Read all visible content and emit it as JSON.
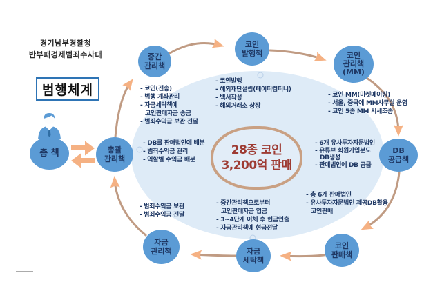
{
  "header": {
    "agency_line1": "경기남부경찰청",
    "agency_line2": "반부패경제범죄수사대",
    "scheme_label": "범행체계"
  },
  "center_summary": {
    "line1": "28종 코인",
    "line2": "3,200억 판매"
  },
  "nodes": {
    "boss": {
      "label": "총 책"
    },
    "general_manager": {
      "line1": "총괄",
      "line2": "관리책"
    },
    "middle_manager": {
      "line1": "중간",
      "line2": "관리책"
    },
    "coin_issuer": {
      "line1": "코인",
      "line2": "발행책"
    },
    "coin_mm": {
      "line1": "코인",
      "line2": "관리책",
      "line3": "(MM)"
    },
    "db_supplier": {
      "line1": "DB",
      "line2": "공급책"
    },
    "coin_seller": {
      "line1": "코인",
      "line2": "판매책"
    },
    "money_launderer": {
      "line1": "자금",
      "line2": "세탁책"
    },
    "fund_manager": {
      "line1": "자금",
      "line2": "관리책"
    }
  },
  "notes": {
    "middle_manager": [
      "- 코인(전송)",
      "- 범행 계좌관리",
      "- 자금세탁책에",
      "코인판매자금 송금",
      "- 범죄수익금 보관 전달"
    ],
    "coin_issuer": [
      "- 코인발행",
      "- 해외재단설립(페이퍼컴퍼니)",
      "- 백서작성",
      "- 해외거래소 상장"
    ],
    "coin_mm": [
      "- 코인 MM(마켓메이킹)",
      "- 서울, 중국에 MM사무실 운영",
      "- 코인 5종 MM 시세조종"
    ],
    "general_manager": [
      "- DB를 판매법인에 배분",
      "- 범죄수익금 관리",
      "- 역할별 수익금 배분"
    ],
    "db_supplier": [
      "- 6개 유사투자자문법인",
      "- 유튜브 회원가입분도",
      "DB생성",
      "- 판매법인에 DB 공급"
    ],
    "coin_seller": [
      "- 총 6개 판매법인",
      "- 유사투자자문법인 제공DB활용",
      "코인판매"
    ],
    "money_launderer": [
      "- 중간관리책으로부터",
      "코인판매자금 입금",
      "- 3~4단계 이체 후 현금인출",
      "- 자금관리책에 현금전달"
    ],
    "fund_manager": [
      "- 범죄수익금 보관",
      "- 범죄수익금 전달"
    ]
  },
  "icons": {
    "leader": "person-icon"
  },
  "colors": {
    "node_fill": "#5B9BD5",
    "node_text": "#1F3864",
    "blob_fill": "#DEEBF7",
    "arrow_line": "#C09B83",
    "arrow_head": "#F5B183",
    "center_border": "#C9A083",
    "center_text": "#9E3B33",
    "scheme_border": "#2E74B5"
  }
}
